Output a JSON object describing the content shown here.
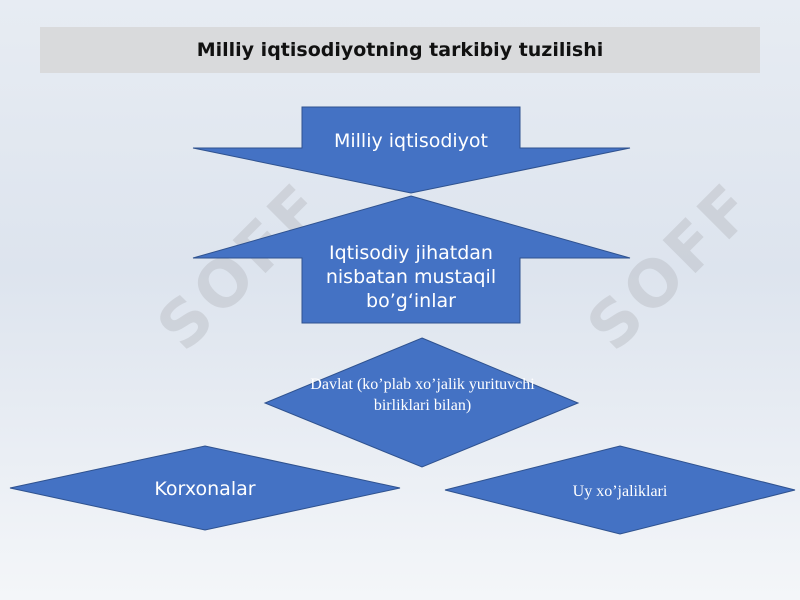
{
  "title": "Milliy iqtisodiyotning tarkibiy tuzilishi",
  "nodes": {
    "national_economy": "Milliy iqtisodiyot",
    "independent_units": "Iqtisodiy jihatdan nisbatan mustaqil bo’g‘inlar",
    "state": "Davlat (ko’plab xo’jalik yurituvchi birliklari bilan)",
    "enterprises": "Korxonalar",
    "households": "Uy xo’jaliklari"
  },
  "watermark": "SOFF",
  "colors": {
    "shape_fill": "#4472c4",
    "shape_border": "#2f528f",
    "title_bar": "#d9dadc",
    "text_on_shape": "#ffffff",
    "title_text": "#111111"
  }
}
